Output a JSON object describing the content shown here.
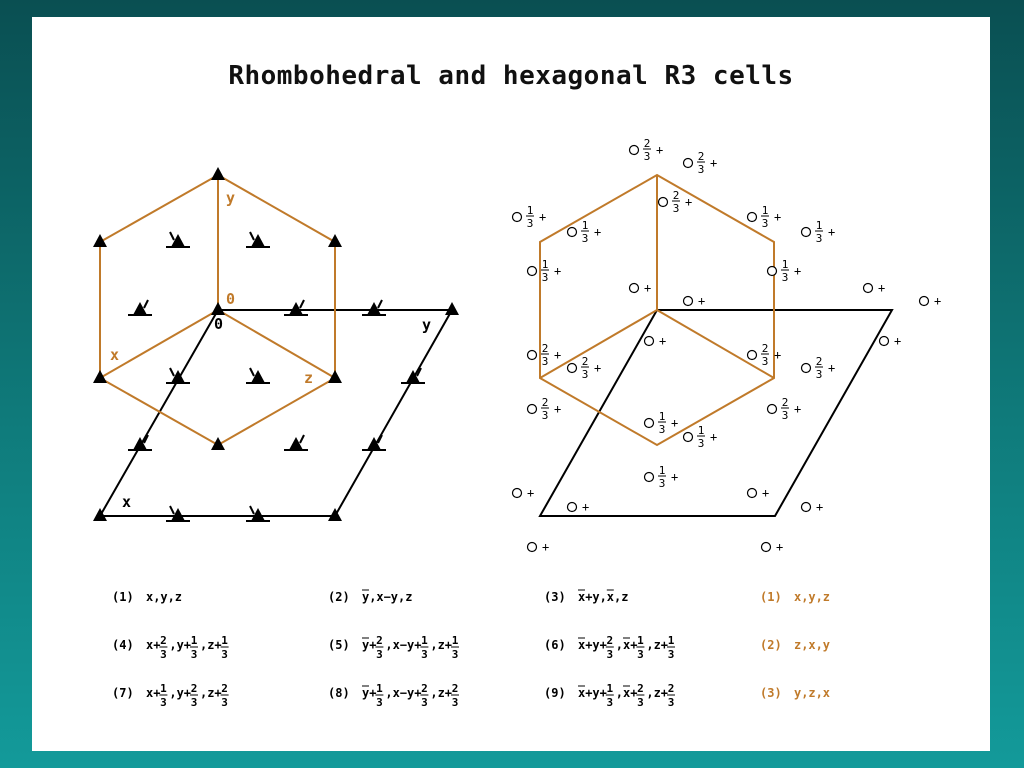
{
  "title": "Rhombohedral and hexagonal R3 cells",
  "left_diagram": {
    "axis_labels_hex": {
      "x": "x",
      "y": "y",
      "origin": "0"
    },
    "axis_labels_rhomb": {
      "x": "x",
      "y": "y",
      "z": "z",
      "origin": "0"
    }
  },
  "right_diagram": {
    "height_labels": [
      "+",
      "1/3 +",
      "2/3 +"
    ]
  },
  "equivalent_positions": [
    [
      {
        "num": "(1)",
        "expr": "x,y,z"
      },
      {
        "num": "(2)",
        "expr": "ȳ,x−y,z"
      },
      {
        "num": "(3)",
        "expr": "x̄+y,x̄,z"
      },
      {
        "num": "(1)",
        "expr": "x,y,z"
      }
    ],
    [
      {
        "num": "(4)",
        "expr": "x+2/3,y+1/3,z+1/3"
      },
      {
        "num": "(5)",
        "expr": "ȳ+2/3,x−y+1/3,z+1/3"
      },
      {
        "num": "(6)",
        "expr": "x̄+y+2/3,x̄+1/3,z+1/3"
      },
      {
        "num": "(2)",
        "expr": "z,x,y"
      }
    ],
    [
      {
        "num": "(7)",
        "expr": "x+1/3,y+2/3,z+2/3"
      },
      {
        "num": "(8)",
        "expr": "ȳ+1/3,x−y+2/3,z+2/3"
      },
      {
        "num": "(9)",
        "expr": "x̄+y+1/3,x̄+2/3,z+2/3"
      },
      {
        "num": "(3)",
        "expr": "y,z,x"
      }
    ]
  ],
  "colors": {
    "orange": "#c07a2a",
    "black": "#000000",
    "background": "#0f7b7b"
  }
}
